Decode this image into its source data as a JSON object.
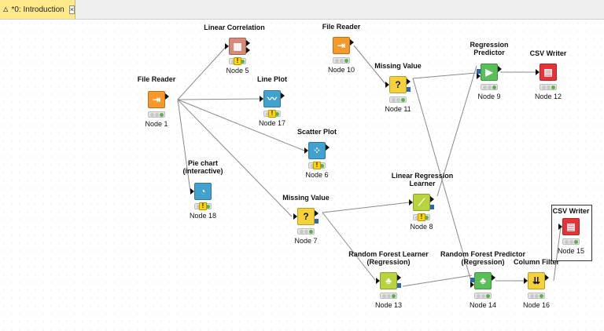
{
  "tab": {
    "title": "*0: Introduction",
    "close_symbol": "☒"
  },
  "colors": {
    "source": "#f59a2a",
    "visualizer": "#41a1cf",
    "manipulator": "#f6d23a",
    "learner": "#b8d43c",
    "predictor": "#58c057",
    "writer": "#e63338",
    "warning": "#ffd400",
    "status_green": "#5ab04a"
  },
  "nodes": [
    {
      "id": "n1",
      "title": "File Reader",
      "label": "Node 1",
      "kind": "source",
      "icon": "file-reader-icon",
      "glyph": "⇥",
      "warn": false,
      "status": "green"
    },
    {
      "id": "n5",
      "title": "Linear Correlation",
      "label": "Node 5",
      "kind": "correlation",
      "icon": "correlation-matrix-icon",
      "glyph": "▦",
      "warn": true,
      "status": "green"
    },
    {
      "id": "n17",
      "title": "Line Plot",
      "label": "Node 17",
      "kind": "visualizer",
      "icon": "line-plot-icon",
      "glyph": "〰",
      "warn": true,
      "status": "green"
    },
    {
      "id": "n6",
      "title": "Scatter Plot",
      "label": "Node 6",
      "kind": "visualizer",
      "icon": "scatter-plot-icon",
      "glyph": "⁘",
      "warn": true,
      "status": "green"
    },
    {
      "id": "n18",
      "title": "Pie chart\n(interactive)",
      "label": "Node 18",
      "kind": "visualizer",
      "icon": "pie-chart-icon",
      "glyph": "◔",
      "warn": true,
      "status": "green"
    },
    {
      "id": "n10",
      "title": "File Reader",
      "label": "Node 10",
      "kind": "source",
      "icon": "file-reader-icon",
      "glyph": "⇥",
      "warn": false,
      "status": "green"
    },
    {
      "id": "n11",
      "title": "Missing Value",
      "label": "Node 11",
      "kind": "manipulator",
      "icon": "missing-value-icon",
      "glyph": "?",
      "warn": false,
      "status": "green"
    },
    {
      "id": "n9",
      "title": "Regression\nPredictor",
      "label": "Node 9",
      "kind": "predictor",
      "icon": "regression-predictor-icon",
      "glyph": "▶",
      "warn": false,
      "status": "green"
    },
    {
      "id": "n12",
      "title": "CSV Writer",
      "label": "Node 12",
      "kind": "writer",
      "icon": "csv-writer-icon",
      "glyph": "▤",
      "warn": false,
      "status": "green"
    },
    {
      "id": "n7",
      "title": "Missing Value",
      "label": "Node 7",
      "kind": "manipulator",
      "icon": "missing-value-icon",
      "glyph": "?",
      "warn": false,
      "status": "green"
    },
    {
      "id": "n8",
      "title": "Linear Regression\nLearner",
      "label": "Node 8",
      "kind": "learner",
      "icon": "linear-regression-learner-icon",
      "glyph": "⟋",
      "warn": true,
      "status": "green"
    },
    {
      "id": "n13",
      "title": "Random Forest Learner\n(Regression)",
      "label": "Node 13",
      "kind": "learner",
      "icon": "random-forest-learner-icon",
      "glyph": "♣",
      "warn": false,
      "status": "green"
    },
    {
      "id": "n14",
      "title": "Random Forest Predictor\n(Regression)",
      "label": "Node 14",
      "kind": "predictor",
      "icon": "random-forest-predictor-icon",
      "glyph": "♣",
      "warn": false,
      "status": "green"
    },
    {
      "id": "n16",
      "title": "Column Filter",
      "label": "Node 16",
      "kind": "manipulator",
      "icon": "column-filter-icon",
      "glyph": "⇊",
      "warn": false,
      "status": "green"
    },
    {
      "id": "n15",
      "title": "CSV Writer",
      "label": "Node 15",
      "kind": "writer",
      "icon": "csv-writer-icon",
      "glyph": "▤",
      "warn": false,
      "status": "green"
    }
  ]
}
